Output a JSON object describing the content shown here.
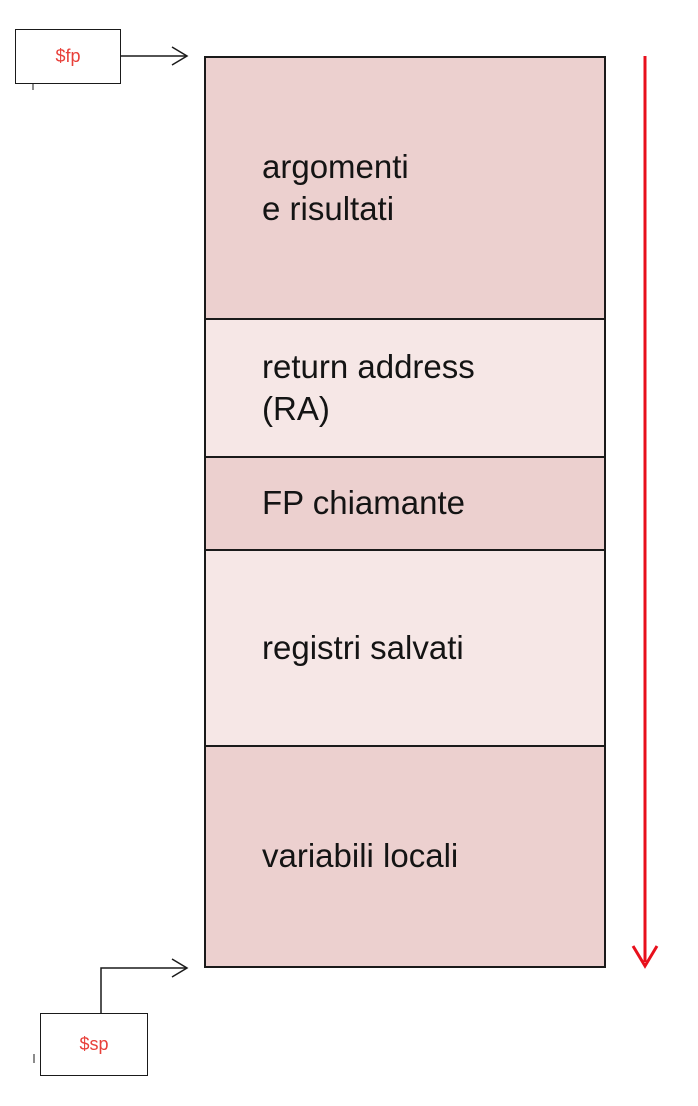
{
  "colors": {
    "dark_segment": "#ecd0cf",
    "light_segment": "#f6e7e6",
    "register_text": "#e8403a",
    "growth_arrow": "#e8101c"
  },
  "registers": {
    "frame_pointer": "$fp",
    "stack_pointer": "$sp"
  },
  "segments": [
    {
      "lines": [
        "argomenti",
        "e risultati"
      ],
      "shade": "dark"
    },
    {
      "lines": [
        "return address",
        "(RA)"
      ],
      "shade": "light"
    },
    {
      "lines": [
        "FP chiamante"
      ],
      "shade": "dark"
    },
    {
      "lines": [
        "registri salvati"
      ],
      "shade": "light"
    },
    {
      "lines": [
        "variabili locali"
      ],
      "shade": "dark"
    }
  ]
}
